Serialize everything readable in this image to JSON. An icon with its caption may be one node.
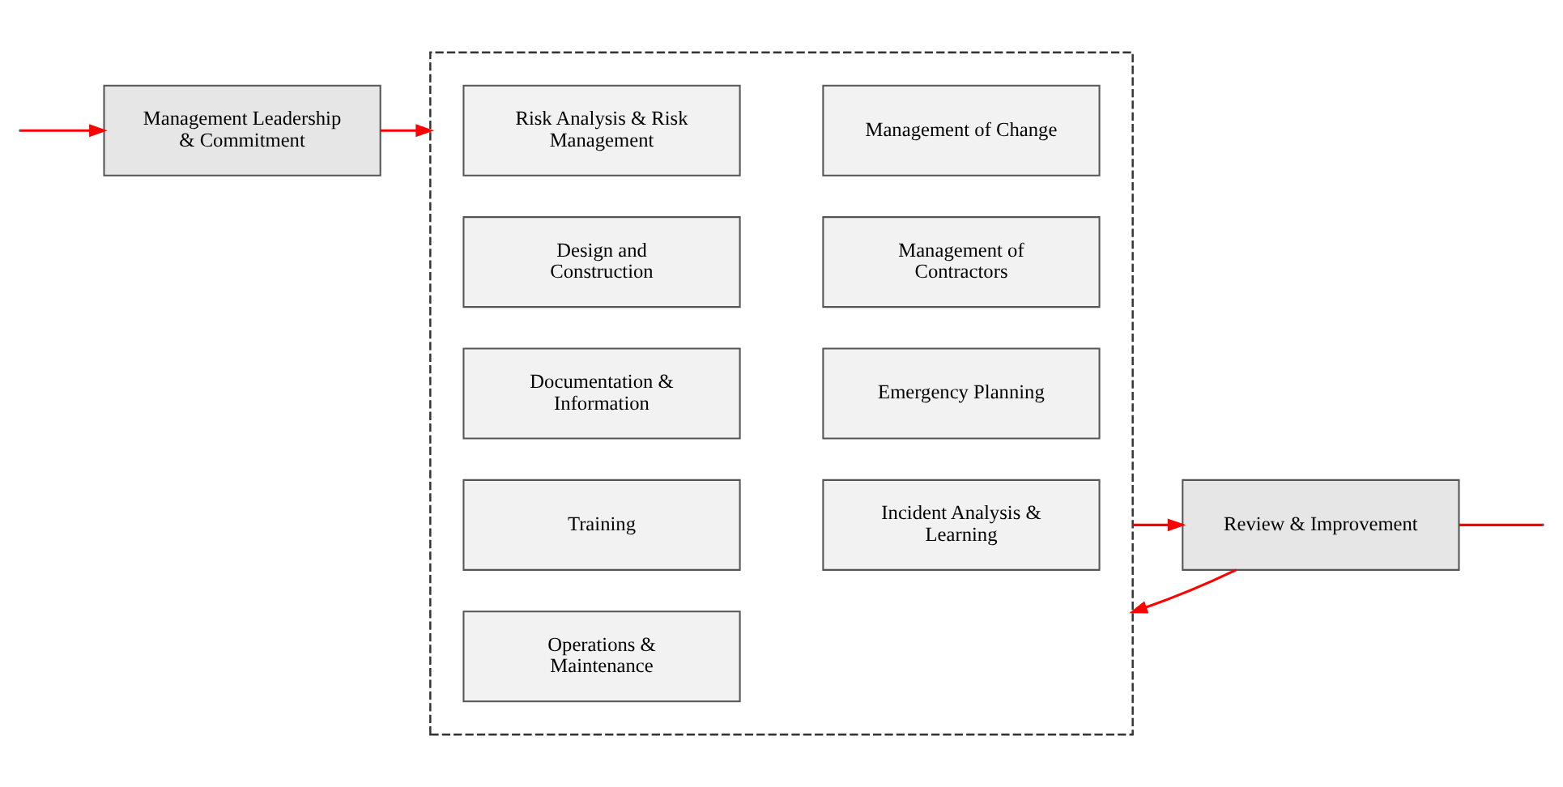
{
  "diagram": {
    "nodes": [
      {
        "text": [
          "Management Leadership & Commitment"
        ]
      },
      {
        "text": [],
        "shape": "box"
      },
      {
        "text": [
          "Risk Analysis & Risk Management"
        ],
        "in": 1
      },
      {
        "text": [
          "Design and Construction"
        ],
        "in": 1
      },
      {
        "text": [
          "Documentation & Information"
        ],
        "in": 1
      },
      {
        "text": [
          "Training"
        ],
        "in": 1
      },
      {
        "text": [
          "Operations & Maintenance"
        ],
        "in": 1
      },
      {
        "text": [
          "Management of Change"
        ],
        "in": 1
      },
      {
        "text": [
          "Management of Contractors"
        ],
        "in": 1
      },
      {
        "text": [
          "Emergency Planning"
        ],
        "in": 1
      },
      {
        "text": [
          "Incident Analysis & Learning"
        ],
        "in": 1
      },
      {
        "text": [
          "Review & Improvement"
        ]
      }
    ],
    "edges": [
      {
        "from": 0,
        "to": 1,
        "arrow": "to"
      },
      {
        "from": 1,
        "to": 11,
        "arrow": "to"
      },
      {
        "from": 11,
        "to": 1,
        "arrow": "to"
      },
      {
        "from": 11,
        "to": null,
        "arrow": "none"
      },
      {
        "from": null,
        "to": 0,
        "arrow": "to"
      }
    ]
  }
}
